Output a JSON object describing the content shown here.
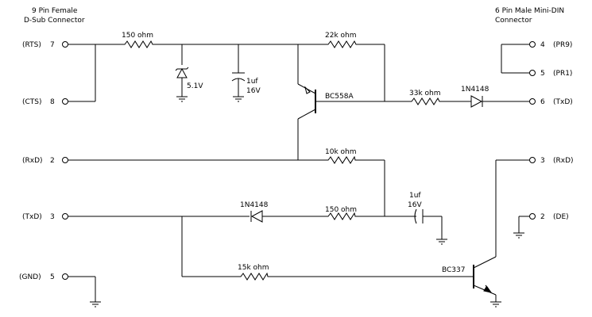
{
  "headers": {
    "left_line1": "9 Pin Female",
    "left_line2": "D-Sub Connector",
    "right_line1": "6 Pin Male Mini-DIN",
    "right_line2": "Connector"
  },
  "left_pins": [
    {
      "signal": "(RTS)",
      "num": "7"
    },
    {
      "signal": "(CTS)",
      "num": "8"
    },
    {
      "signal": "(RxD)",
      "num": "2"
    },
    {
      "signal": "(TxD)",
      "num": "3"
    },
    {
      "signal": "(GND)",
      "num": "5"
    }
  ],
  "right_pins": [
    {
      "num": "4",
      "signal": "(PR9)"
    },
    {
      "num": "5",
      "signal": "(PR1)"
    },
    {
      "num": "6",
      "signal": "(TxD)"
    },
    {
      "num": "3",
      "signal": "(RxD)"
    },
    {
      "num": "2",
      "signal": "(DE)"
    }
  ],
  "components": {
    "r_150_top": "150 ohm",
    "zener_value": "5.1V",
    "cap_top_value": "1uf",
    "cap_top_voltage": "16V",
    "r_22k": "22k ohm",
    "pnp_name": "BC558A",
    "r_33k": "33k ohm",
    "diode_top": "1N4148",
    "r_10k": "10k ohm",
    "diode_mid": "1N4148",
    "r_150_mid": "150 ohm",
    "cap_mid_value": "1uf",
    "cap_mid_voltage": "16V",
    "r_15k": "15k ohm",
    "npn_name": "BC337"
  }
}
